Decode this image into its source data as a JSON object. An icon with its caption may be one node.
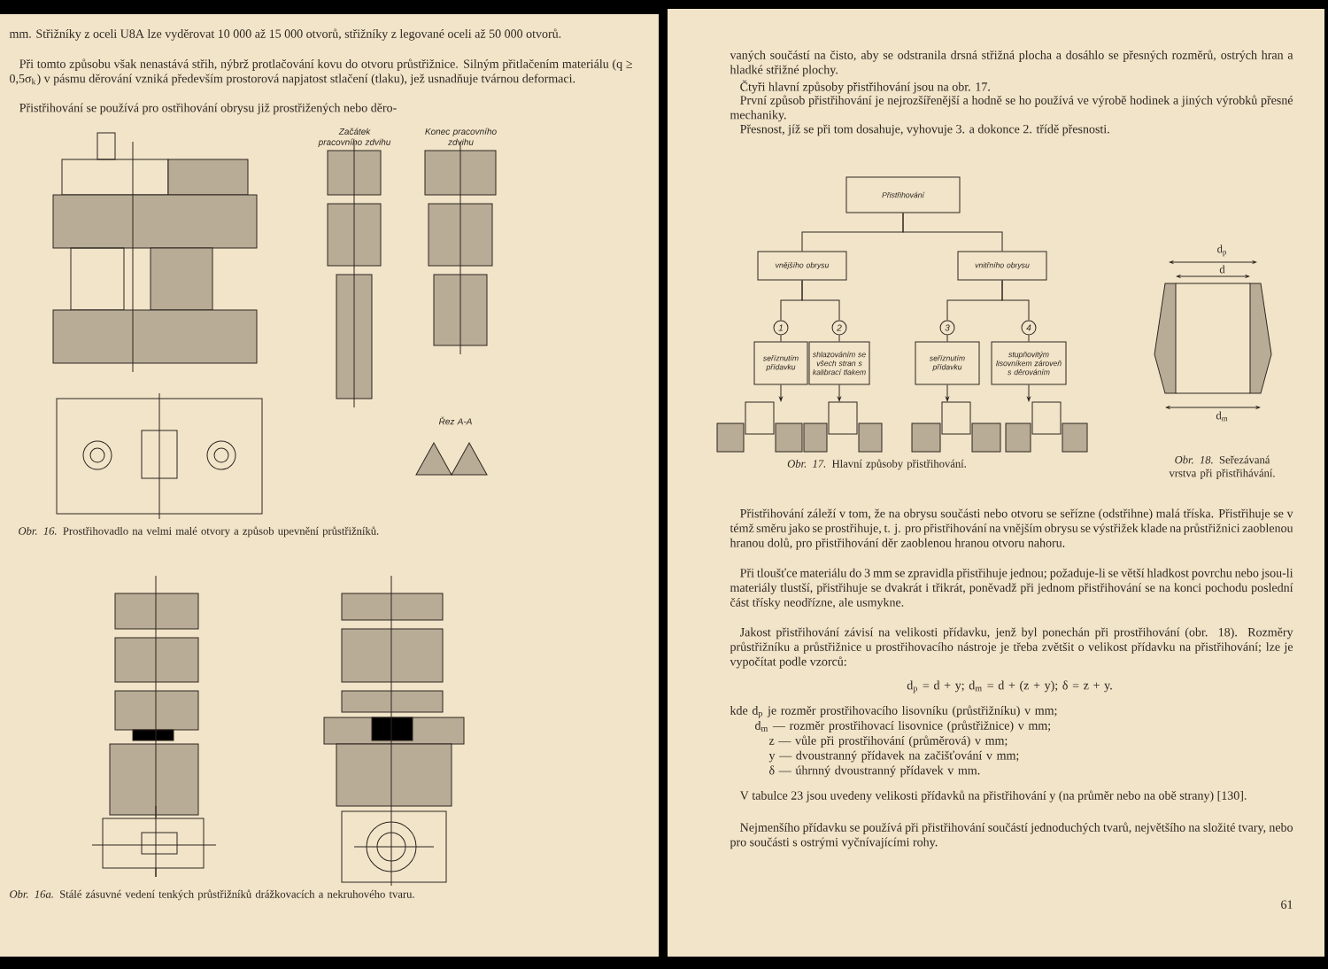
{
  "diagram": {
    "nodes": [
      {
        "text": [
          "Přistřihování"
        ]
      },
      {
        "text": [
          "vnějšího obrysu"
        ]
      },
      {
        "text": [
          "vnitřního obrysu"
        ]
      },
      {
        "text": [
          "1"
        ]
      },
      {
        "text": [
          "2"
        ]
      },
      {
        "text": [
          "3"
        ]
      },
      {
        "text": [
          "4"
        ]
      },
      {
        "text": [
          "seříznutím přídavku"
        ]
      },
      {
        "text": [
          "shlazováním se všech stran s kalibrací tlakem"
        ]
      },
      {
        "text": [
          "seříznutím přídavku"
        ]
      },
      {
        "text": [
          "stupňovitým lisovníkem zároveň s děrováním"
        ]
      },
      {
        "text": [],
        "shape": "picture"
      },
      {
        "text": [],
        "shape": "picture"
      },
      {
        "text": [],
        "shape": "picture"
      },
      {
        "text": [],
        "shape": "picture"
      }
    ],
    "edges": [
      {
        "from": 0,
        "to": 1,
        "arrow": "none"
      },
      {
        "from": 0,
        "to": 2,
        "arrow": "none"
      },
      {
        "from": 1,
        "to": 3,
        "arrow": "none"
      },
      {
        "from": 1,
        "to": 4,
        "arrow": "none"
      },
      {
        "from": 2,
        "to": 5,
        "arrow": "none"
      },
      {
        "from": 2,
        "to": 6,
        "arrow": "none"
      },
      {
        "from": 3,
        "to": 7,
        "arrow": "none"
      },
      {
        "from": 4,
        "to": 8,
        "arrow": "none"
      },
      {
        "from": 5,
        "to": 9,
        "arrow": "none"
      },
      {
        "from": 6,
        "to": 10,
        "arrow": "none"
      },
      {
        "from": 7,
        "to": 11,
        "arrow": "to"
      },
      {
        "from": 8,
        "to": 12,
        "arrow": "to"
      },
      {
        "from": 9,
        "to": 13,
        "arrow": "to"
      },
      {
        "from": 10,
        "to": 14,
        "arrow": "to"
      }
    ],
    "labels": [
      "mm. Střižníky z oceli U8A lze vyděrovat 10 000 až 15 000 otvorů, střižníky z legované oceli až 50 000 otvorů.",
      "Při tomto způsobu však nenastává střih, nýbrž protlačování kovu do otvoru průstřižnice. Silným přitlačením materiálu (q ≥ 0,5σ$_{k}$) v pásmu děrování vzniká především prostorová napjatost stlačení (tlaku), jež usnadňuje tvárnou deformaci.",
      "Přistřihování se používá pro ostřihování obrysu již prostřižených nebo děro-",
      "Začátek pracovního zdvihu",
      "Konec pracovního zdvihu",
      "Řez A-A",
      "*Obr. 16.* Prostřihovadlo na velmi malé otvory a způsob upevnění průstřižníků.",
      "*Obr. 16a.* Stálé zásuvné vedení tenkých průstřižníků drážkovacích a nekruhového tvaru.",
      "vaných součástí na čisto, aby se odstranila drsná střižná plocha a dosáhlo se přesných rozměrů, ostrých hran a hladké střižné plochy.",
      "Čtyři hlavní způsoby přistřihování jsou na obr. 17.",
      "První způsob přistřihování je nejrozšířenější a hodně se ho používá ve výrobě hodinek a jiných výrobků přesné mechaniky.",
      "Přesnost, jíž se při tom dosahuje, vyhovuje 3. a dokonce 2. třídě přesnosti.",
      "d$_{p}$",
      "d",
      "d$_{m}$",
      "*Obr. 17.* Hlavní způsoby přistřihování.",
      "*Obr. 18.* Seřezávaná vrstva při přistřihávání.",
      "Přistřihování záleží v tom, že na obrysu součásti nebo otvoru se seřízne (odstřihne) malá tříska. Přistřihuje se v témž směru jako se prostřihuje, t. j. pro přistřihování na vnějším obrysu se výstřižek klade na průstřižnici zaoblenou hranou dolů, pro přistřihování děr zaoblenou hranou otvoru nahoru.",
      "Při tloušťce materiálu do 3 mm se zpravidla přistřihuje jednou; požaduje-li se větší hladkost povrchu nebo jsou-li materiály tlustší, přistřihuje se dvakrát i třikrát, poněvadž při jednom přistřihování se na konci pochodu poslední část třísky neodřízne, ale usmykne.",
      "Jakost přistřihování závisí na velikosti přídavku, jenž byl ponechán při prostřihování (obr. 18). Rozměry průstřižníku a průstřižnice u prostřihovacího nástroje je třeba zvětšit o velikost přídavku na přistřihování; lze je vypočítat podle vzorců:",
      "d$_{p}$ = d + y;   d$_{m}$ = d + (z + y);   δ = z + y.",
      "kde d$_{p}$ je rozměr prostřihovacího lisovníku (průstřižníku) v mm;",
      "d$_{m}$ — rozměr prostřihovací lisovnice (průstřižnice) v mm;",
      "z — vůle při prostřihování (průměrová) v mm;",
      "y — dvoustranný přídavek na začišťování v mm;",
      "δ — úhrnný dvoustranný přídavek v mm.",
      "V tabulce 23 jsou uvedeny velikosti přídavků na přistřihování y (na průměr nebo na obě strany) [130].",
      "Nejmenšího přídavku se používá při přistřihování součástí jednoduchých tvarů, největšího na složité tvary, nebo pro součásti s ostrými vyčnívajícími rohy.",
      "61"
    ]
  }
}
